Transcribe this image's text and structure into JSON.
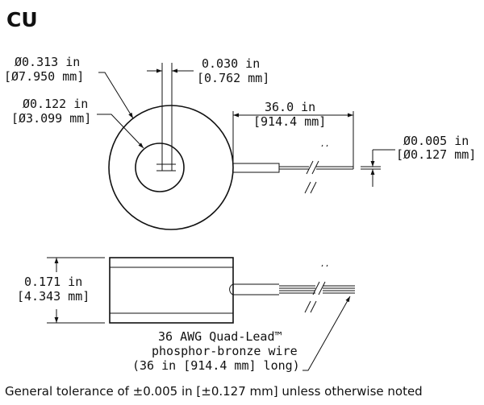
{
  "title": "CU",
  "top_view": {
    "outer_diameter": {
      "in": "Ø0.313 in",
      "mm": "[Ø7.950 mm]"
    },
    "inner_diameter": {
      "in": "Ø0.122 in",
      "mm": "[Ø3.099 mm]"
    },
    "lead_spacing": {
      "in": "0.030 in",
      "mm": "[0.762 mm]"
    },
    "lead_length": {
      "in": "36.0 in",
      "mm": "[914.4 mm]"
    },
    "wire_diameter": {
      "in": "Ø0.005 in",
      "mm": "[Ø0.127 mm]"
    }
  },
  "side_view": {
    "thickness": {
      "in": "0.171 in",
      "mm": "[4.343 mm]"
    },
    "wire_callout": {
      "line1": "36 AWG Quad-Lead™",
      "line2": "phosphor-bronze wire",
      "line3": "(36 in [914.4 mm] long)"
    }
  },
  "tolerance_note": "General tolerance of ±0.005 in [±0.127 mm] unless otherwise noted"
}
